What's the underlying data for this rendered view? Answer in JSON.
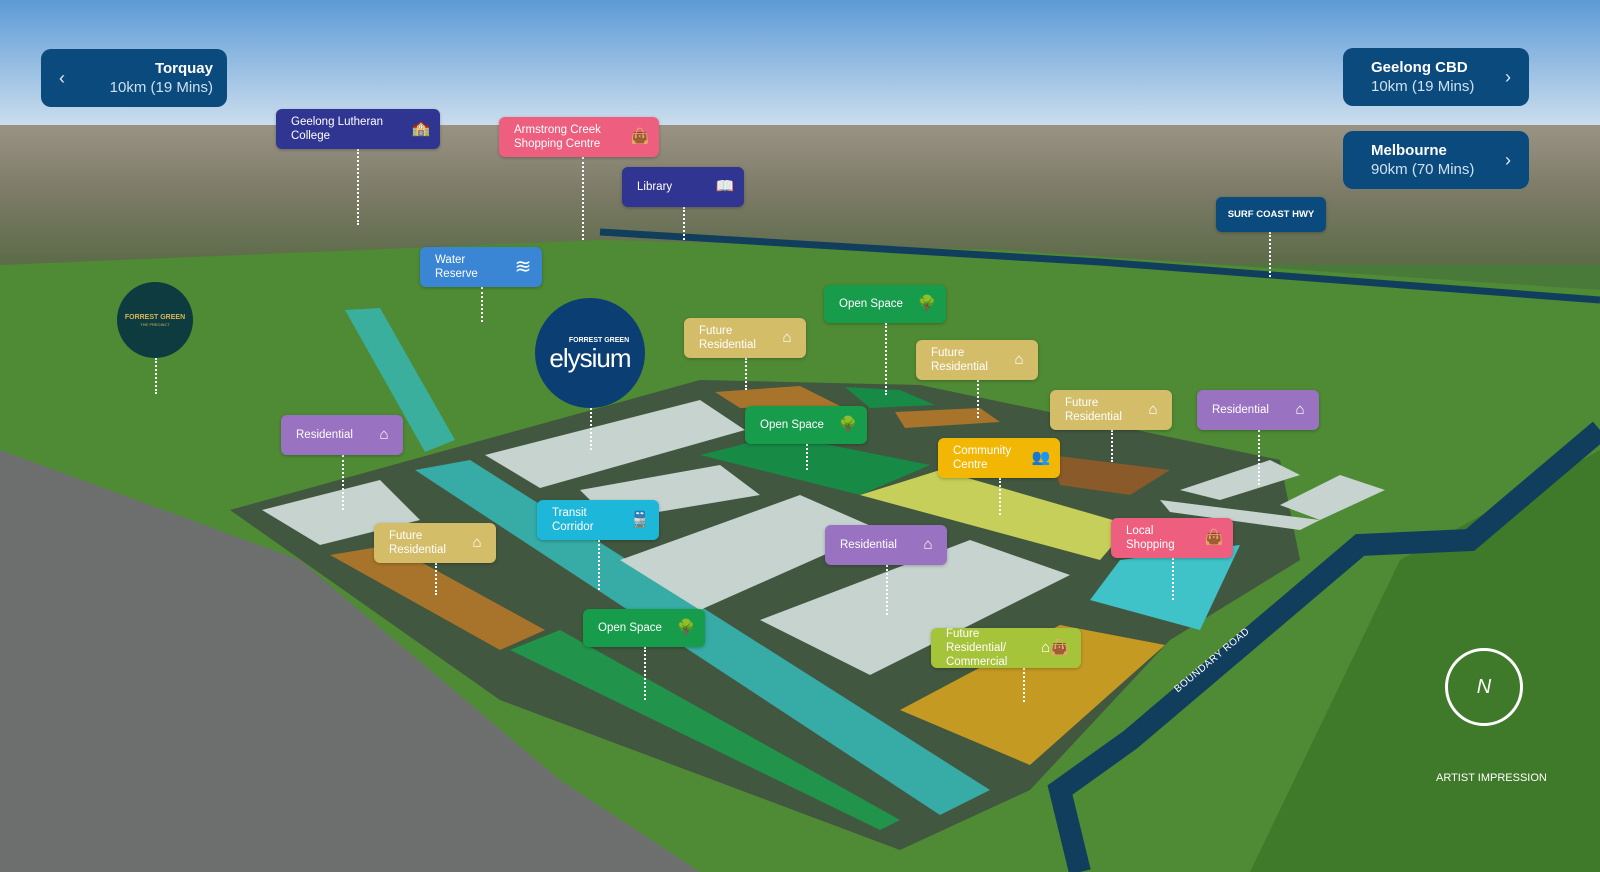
{
  "nav": {
    "torquay": {
      "title": "Torquay",
      "distance": "10km (19 Mins)"
    },
    "geelong_cbd": {
      "title": "Geelong CBD",
      "distance": "10km (19 Mins)"
    },
    "melbourne": {
      "title": "Melbourne",
      "distance": "90km (70 Mins)"
    }
  },
  "labels": {
    "geelong_lutheran": "Geelong Lutheran College",
    "armstrong_creek": "Armstrong Creek Shopping Centre",
    "library": "Library",
    "water_reserve": "Water Reserve",
    "surf_coast_hwy": "SURF COAST HWY",
    "open_space_1": "Open Space",
    "future_res_1": "Future Residential",
    "future_res_2": "Future Residential",
    "future_res_3": "Future Residential",
    "residential_1": "Residential",
    "residential_2": "Residential",
    "open_space_2": "Open Space",
    "community_centre": "Community Centre",
    "transit_corridor": "Transit Corridor",
    "future_res_4": "Future Residential",
    "residential_3": "Residential",
    "local_shopping": "Local Shopping",
    "open_space_3": "Open Space",
    "future_res_commercial": "Future Residential/ Commercial"
  },
  "logos": {
    "forrest_green_precinct": {
      "name": "FORREST GREEN",
      "sub": "THE PRECINCT"
    },
    "elysium": {
      "brand": "FORREST GREEN",
      "name": "elysium"
    }
  },
  "road_label": "BOUNDARY ROAD",
  "compass_letter": "N",
  "footer": "ARTIST IMPRESSION",
  "colors": {
    "navy": "#0b4a7d",
    "indigo": "#2f3591",
    "pink": "#ee5f7f",
    "blue": "#3b86d4",
    "green": "#169c4b",
    "gold": "#d4bd68",
    "purple": "#9a72c2",
    "yellow": "#f2b705",
    "cyan": "#1db7d9",
    "lime": "#a6c43a"
  }
}
